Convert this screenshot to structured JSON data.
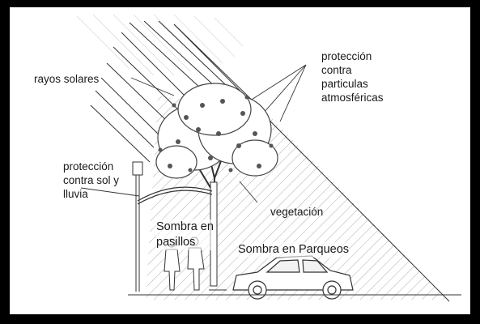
{
  "labels": {
    "rayos_solares": "rayos solares",
    "particulas": "protección\ncontra\nparticulas\natmosféricas",
    "sol_lluvia": "protección\ncontra sol y\nlluvia",
    "vegetacion": "vegetación",
    "sombra_pasillos": "Sombra en\npasillos",
    "sombra_parqueos": "Sombra en Parqueos"
  },
  "colors": {
    "frame": "#000000",
    "line": "#333333",
    "hatch": "#9a9a9a",
    "canopy": "#444444"
  }
}
